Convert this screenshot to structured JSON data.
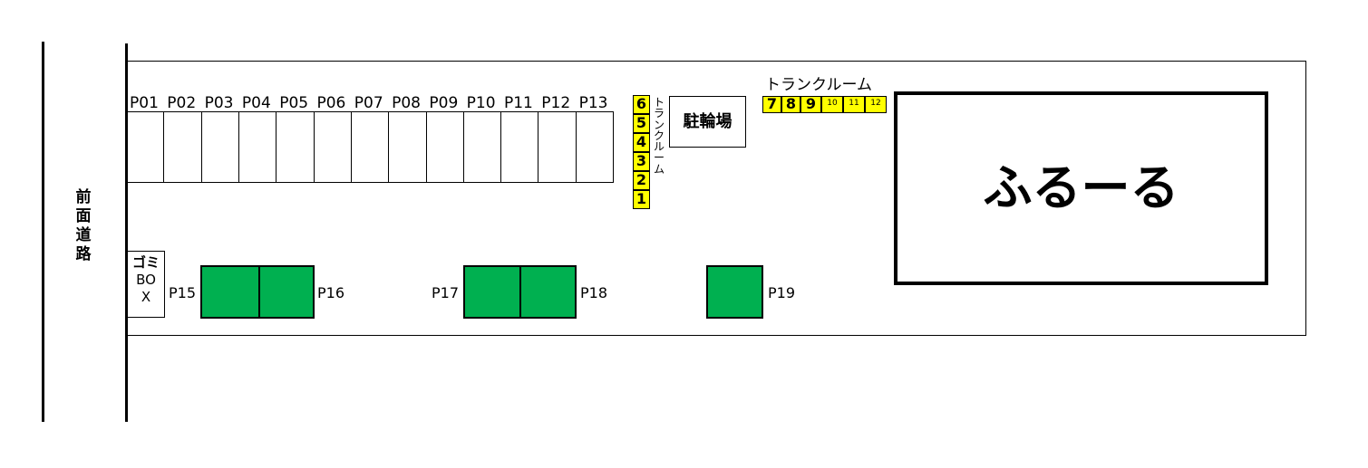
{
  "road": {
    "label_chars": [
      "前",
      "面",
      "道",
      "路"
    ]
  },
  "parking_codes": [
    "P01",
    "P02",
    "P03",
    "P04",
    "P05",
    "P06",
    "P07",
    "P08",
    "P09",
    "P10",
    "P11",
    "P12",
    "P13"
  ],
  "trunk_room_vertical": {
    "numbers": [
      "6",
      "5",
      "4",
      "3",
      "2",
      "1"
    ],
    "label_chars": [
      "ト",
      "ラ",
      "ン",
      "ク",
      "ル",
      "ー",
      "ム"
    ]
  },
  "bicycle_parking": {
    "label": "駐輪場"
  },
  "trunk_room_horizontal": {
    "label": "トランクルーム",
    "numbers": [
      "7",
      "8",
      "9",
      "10",
      "11",
      "12"
    ]
  },
  "building": {
    "label": "ふるーる"
  },
  "garbage_box": {
    "line1": "ゴミ",
    "line2": "BO",
    "line3": "X"
  },
  "green_spaces": {
    "p15": "P15",
    "p16": "P16",
    "p17": "P17",
    "p18": "P18",
    "p19": "P19"
  },
  "colors": {
    "trunk_room": "#ffff00",
    "parking_green": "#00b050",
    "line": "#000000"
  }
}
